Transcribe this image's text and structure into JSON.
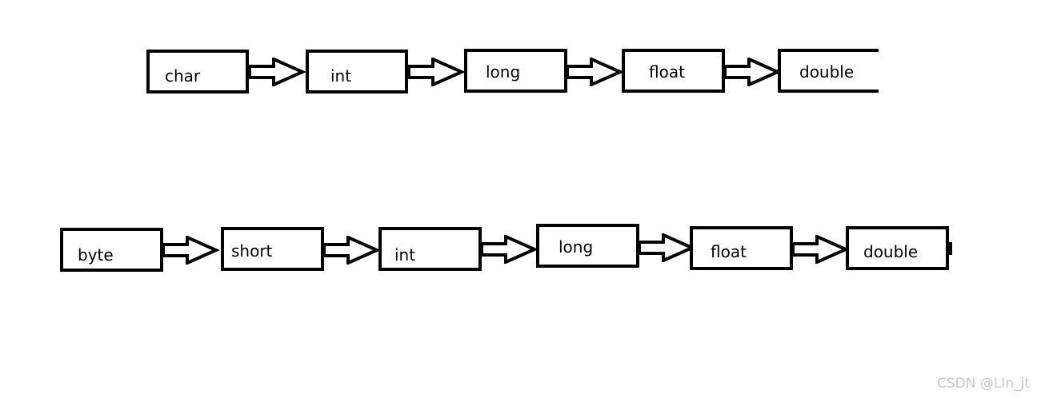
{
  "diagram": {
    "row1": [
      "char",
      "int",
      "long",
      "float",
      "double"
    ],
    "row2": [
      "byte",
      "short",
      "int",
      "long",
      "float",
      "double"
    ]
  },
  "watermark": "CSDN @LIn_jt",
  "colors": {
    "stroke": "#000000",
    "background": "#ffffff",
    "watermark": "#c8c8c8"
  },
  "icons": {
    "connector": "hollow-right-arrow-icon"
  }
}
